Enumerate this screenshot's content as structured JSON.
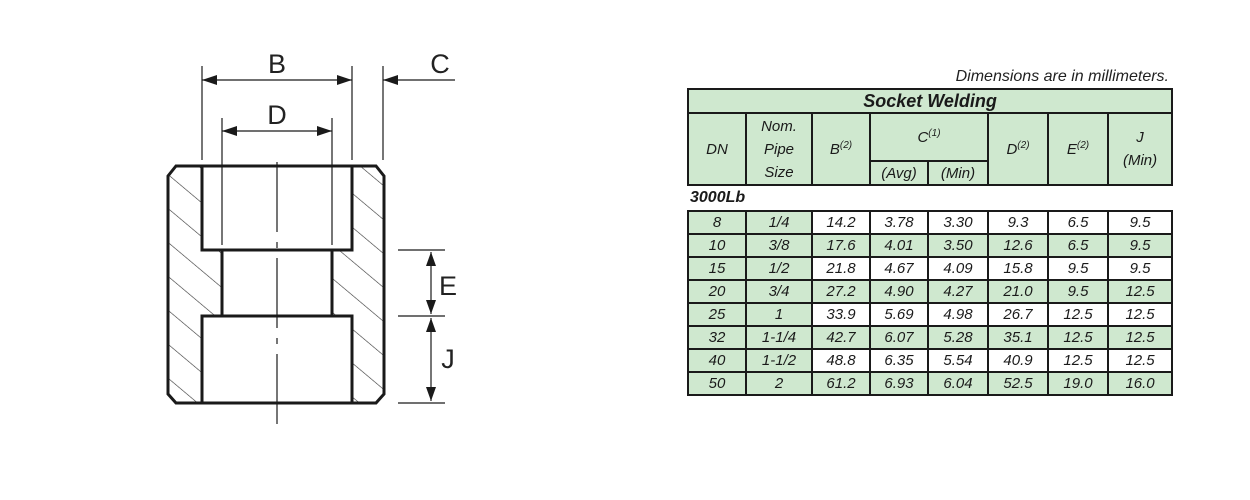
{
  "drawing": {
    "labels": {
      "b": "B",
      "c": "C",
      "d": "D",
      "e": "E",
      "j": "J"
    }
  },
  "note": "Dimensions are in millimeters.",
  "table": {
    "title": "Socket Welding",
    "headers": {
      "dn": "DN",
      "nps_line1": "Nom.",
      "nps_line2": "Pipe",
      "nps_line3": "Size",
      "b": "B",
      "b_note": "(2)",
      "c": "C",
      "c_note": "(1)",
      "c_avg": "(Avg)",
      "c_min": "(Min)",
      "d": "D",
      "d_note": "(2)",
      "e": "E",
      "e_note": "(2)",
      "j": "J",
      "j_min": "(Min)"
    },
    "section": "3000Lb",
    "rows": [
      [
        "8",
        "1/4",
        "14.2",
        "3.78",
        "3.30",
        "9.3",
        "6.5",
        "9.5"
      ],
      [
        "10",
        "3/8",
        "17.6",
        "4.01",
        "3.50",
        "12.6",
        "6.5",
        "9.5"
      ],
      [
        "15",
        "1/2",
        "21.8",
        "4.67",
        "4.09",
        "15.8",
        "9.5",
        "9.5"
      ],
      [
        "20",
        "3/4",
        "27.2",
        "4.90",
        "4.27",
        "21.0",
        "9.5",
        "12.5"
      ],
      [
        "25",
        "1",
        "33.9",
        "5.69",
        "4.98",
        "26.7",
        "12.5",
        "12.5"
      ],
      [
        "32",
        "1-1/4",
        "42.7",
        "6.07",
        "5.28",
        "35.1",
        "12.5",
        "12.5"
      ],
      [
        "40",
        "1-1/2",
        "48.8",
        "6.35",
        "5.54",
        "40.9",
        "12.5",
        "12.5"
      ],
      [
        "50",
        "2",
        "61.2",
        "6.93",
        "6.04",
        "52.5",
        "19.0",
        "16.0"
      ]
    ]
  },
  "colors": {
    "header_fill": "#cfe8cf",
    "line": "#1a1a1a"
  }
}
